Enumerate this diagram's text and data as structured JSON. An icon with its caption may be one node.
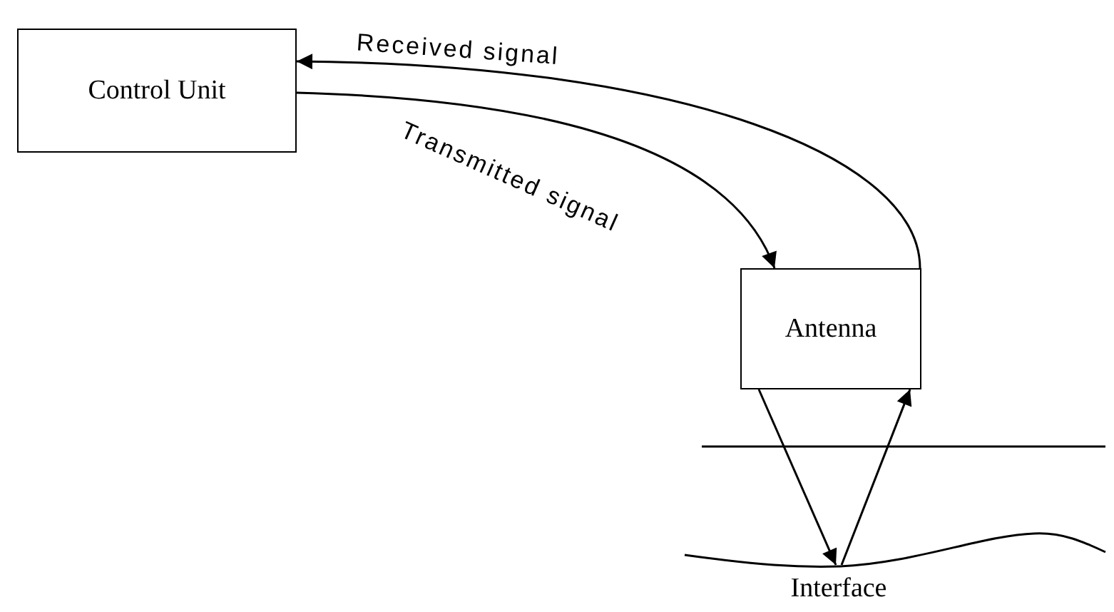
{
  "diagram": {
    "nodes": [
      {
        "text": [
          "Control Unit"
        ]
      },
      {
        "text": [
          "Antenna"
        ]
      },
      {
        "text": [
          "Interface"
        ]
      }
    ],
    "edges": [
      {
        "from": 0,
        "to": 1,
        "label": "Transmitted signal",
        "arrow": "to"
      },
      {
        "from": 1,
        "to": 0,
        "label": "Received signal",
        "arrow": "to"
      },
      {
        "from": 1,
        "to": 2,
        "arrow": "to"
      },
      {
        "from": 2,
        "to": 1,
        "arrow": "to"
      }
    ]
  }
}
